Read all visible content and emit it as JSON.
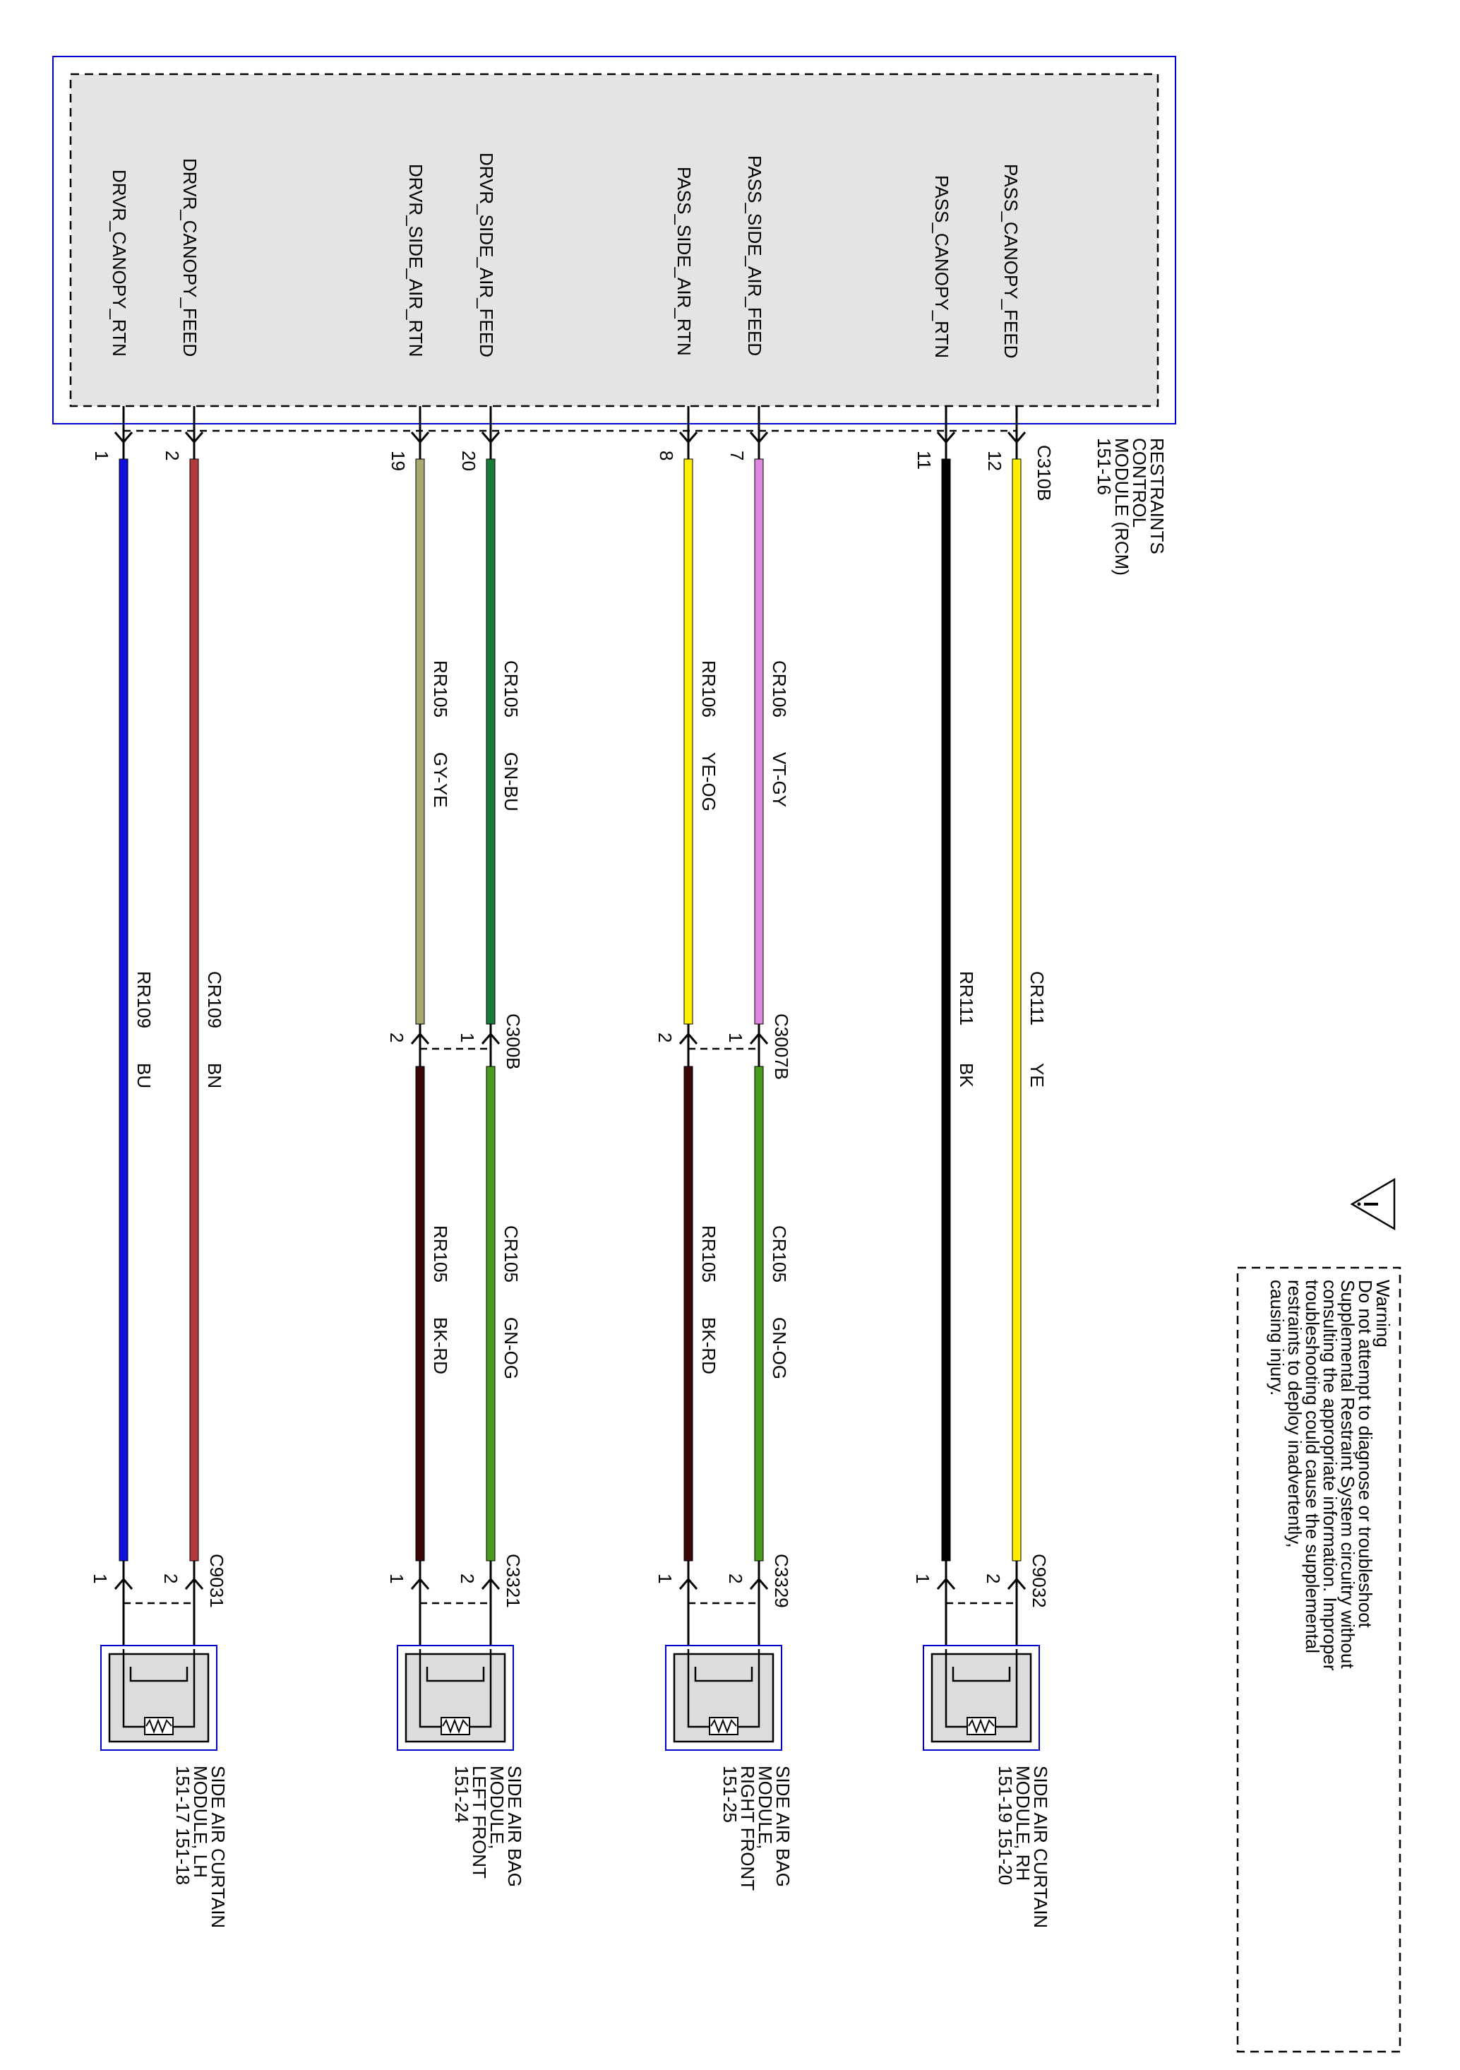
{
  "module": {
    "name_lines": [
      "RESTRAINTS",
      "CONTROL",
      "MODULE (RCM)",
      "151-16"
    ],
    "connector": "C310B",
    "signals": [
      "DRVR_CANOPY_RTN",
      "DRVR_CANOPY_FEED",
      "DRVR_SIDE_AIR_RTN",
      "DRVR_SIDE_AIR_FEED",
      "PASS_SIDE_AIR_RTN",
      "PASS_SIDE_AIR_FEED",
      "PASS_CANOPY_RTN",
      "PASS_CANOPY_FEED"
    ],
    "pins": [
      "1",
      "2",
      "19",
      "20",
      "8",
      "7",
      "11",
      "12"
    ]
  },
  "colors": {
    "BU": "#1010dd",
    "BN": "#b23a3a",
    "GY-YE": "#a8a870",
    "GN-BU": "#1a7a3a",
    "YE-OG": "#ffee00",
    "VT-GY": "#dd88dd",
    "BK": "#000000",
    "YE": "#ffee00",
    "BK-RD": "#3a0808",
    "GN-OG": "#4a9a20",
    "module_border": "#0000cc"
  },
  "wires": [
    {
      "circuit": "RR109",
      "color": "BU"
    },
    {
      "circuit": "CR109",
      "color": "BN"
    },
    {
      "circuit": "RR105",
      "color": "GY-YE"
    },
    {
      "circuit": "CR105",
      "color": "GN-BU"
    },
    {
      "circuit": "RR106",
      "color": "YE-OG"
    },
    {
      "circuit": "CR106",
      "color": "VT-GY"
    },
    {
      "circuit": "RR111",
      "color": "BK"
    },
    {
      "circuit": "CR111",
      "color": "YE"
    }
  ],
  "inline_connectors": [
    {
      "name": "C300B",
      "pin_rtn": "2",
      "pin_feed": "1",
      "wires": [
        {
          "circuit": "RR105",
          "color": "BK-RD"
        },
        {
          "circuit": "CR105",
          "color": "GN-OG"
        }
      ]
    },
    {
      "name": "C3007B",
      "pin_rtn": "2",
      "pin_feed": "1",
      "wires": [
        {
          "circuit": "RR105",
          "color": "BK-RD"
        },
        {
          "circuit": "CR105",
          "color": "GN-OG"
        }
      ]
    }
  ],
  "components": [
    {
      "connector": "C9031",
      "pin_rtn": "1",
      "pin_feed": "2",
      "label_lines": [
        "SIDE AIR CURTAIN",
        "MODULE, LH",
        "151-17   151-18"
      ]
    },
    {
      "connector": "C3321",
      "pin_rtn": "1",
      "pin_feed": "2",
      "label_lines": [
        "SIDE AIR BAG",
        "MODULE,",
        "LEFT FRONT",
        "151-24"
      ]
    },
    {
      "connector": "C3329",
      "pin_rtn": "1",
      "pin_feed": "2",
      "label_lines": [
        "SIDE AIR BAG",
        "MODULE,",
        "RIGHT FRONT",
        "151-25"
      ]
    },
    {
      "connector": "C9032",
      "pin_rtn": "1",
      "pin_feed": "2",
      "label_lines": [
        "SIDE AIR CURTAIN",
        "MODULE, RH",
        "151-19   151-20"
      ]
    }
  ],
  "warning": {
    "title": "Warning",
    "lines": [
      "Do not attempt to diagnose or troubleshoot",
      "Supplemental Restraint System circuitry without",
      "consulting the appropriate information. Improper",
      "troubleshooting could cause the supplemental",
      "restraints to deploy inadvertently,",
      "causing injury."
    ],
    "icon": "warning-triangle-icon"
  }
}
